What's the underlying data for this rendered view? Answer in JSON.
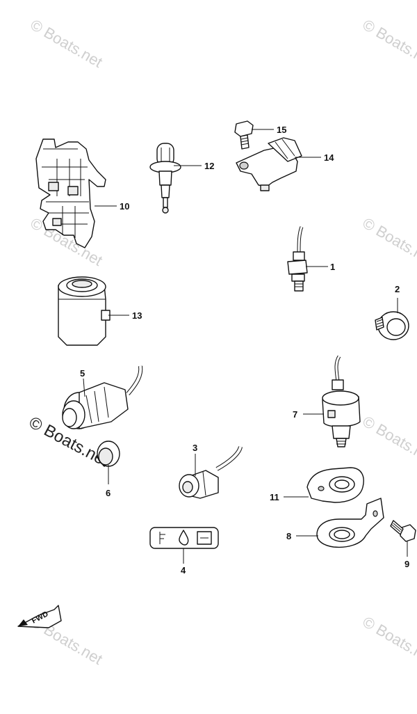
{
  "watermark": {
    "text": "© Boats.net",
    "prominent_text": "© Boats.net"
  },
  "fwd_label": "FWD",
  "part_labels": [
    "1",
    "2",
    "3",
    "4",
    "5",
    "6",
    "7",
    "8",
    "9",
    "10",
    "11",
    "12",
    "13",
    "14",
    "15"
  ]
}
